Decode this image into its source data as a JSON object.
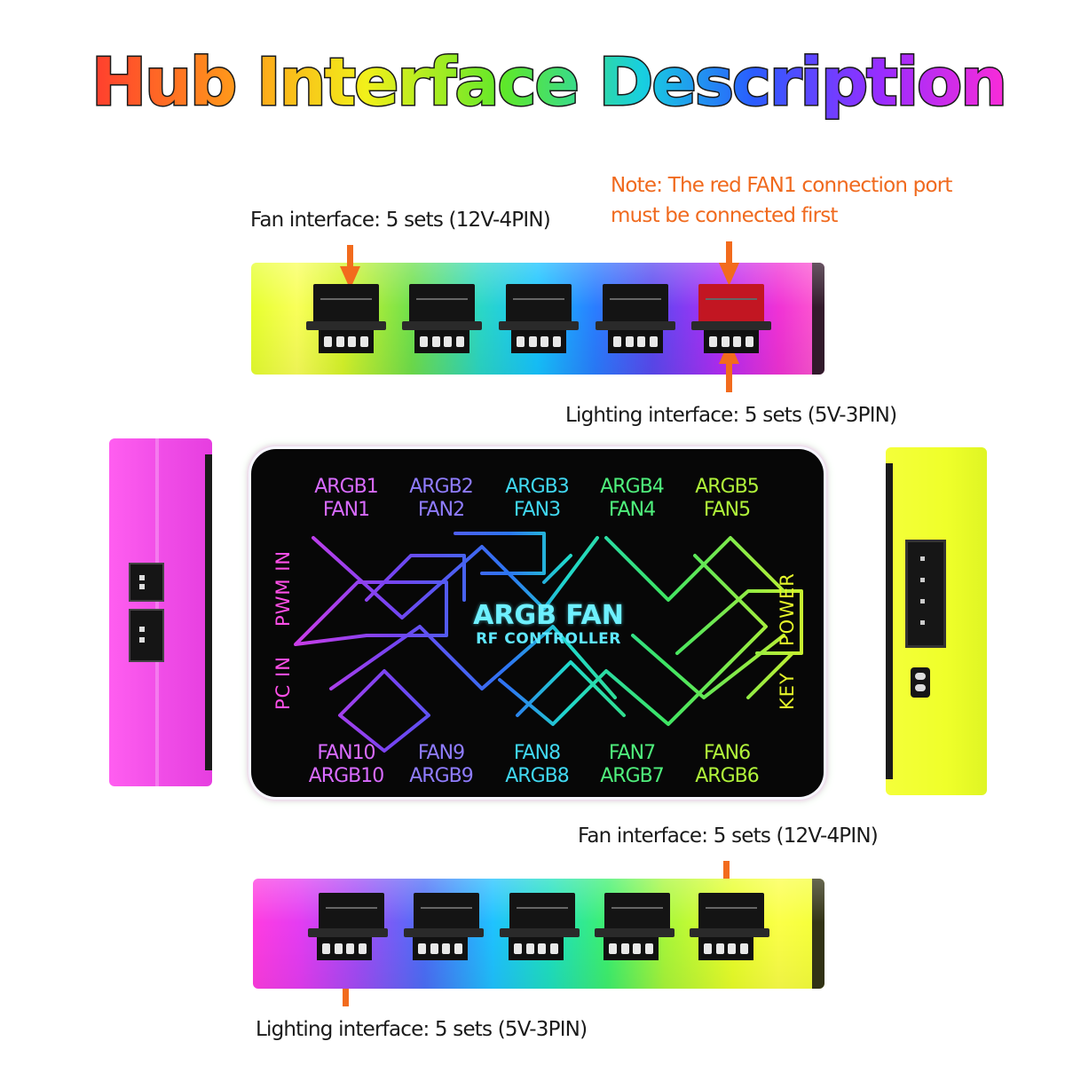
{
  "title": "Hub Interface Description",
  "top": {
    "fan_label": "Fan interface: 5 sets (12V-4PIN)",
    "note_line1": "Note: The red FAN1 connection port",
    "note_line2": "must be connected first",
    "lighting_label": "Lighting interface: 5 sets (5V-3PIN)"
  },
  "bottom": {
    "fan_label": "Fan interface: 5 sets (12V-4PIN)",
    "lighting_label": "Lighting interface: 5 sets (5V-3PIN)"
  },
  "controller": {
    "name_line1": "ARGB FAN",
    "name_line2": "RF CONTROLLER",
    "left_side_label_1": "PC IN",
    "left_side_label_2": "PWM IN",
    "right_side_label_1": "KEY",
    "right_side_label_2": "POWER",
    "top_ports": [
      {
        "argb": "ARGB1",
        "fan": "FAN1"
      },
      {
        "argb": "ARGB2",
        "fan": "FAN2"
      },
      {
        "argb": "ARGB3",
        "fan": "FAN3"
      },
      {
        "argb": "ARGB4",
        "fan": "FAN4"
      },
      {
        "argb": "ARGB5",
        "fan": "FAN5"
      }
    ],
    "bottom_ports": [
      {
        "fan": "FAN10",
        "argb": "ARGB10"
      },
      {
        "fan": "FAN9",
        "argb": "ARGB9"
      },
      {
        "fan": "FAN8",
        "argb": "ARGB8"
      },
      {
        "fan": "FAN7",
        "argb": "ARGB7"
      },
      {
        "fan": "FAN6",
        "argb": "ARGB6"
      }
    ]
  },
  "colors": {
    "title_gradient": [
      "#ff3b2f",
      "#ff9a1a",
      "#ffe41a",
      "#7ee81c",
      "#19d3c5",
      "#2266ff",
      "#8a2cff",
      "#ff2bd6"
    ],
    "note_orange": "#f06a1e",
    "arrow_orange": "#f26b1d",
    "fan1_port_red": "#c21622"
  }
}
